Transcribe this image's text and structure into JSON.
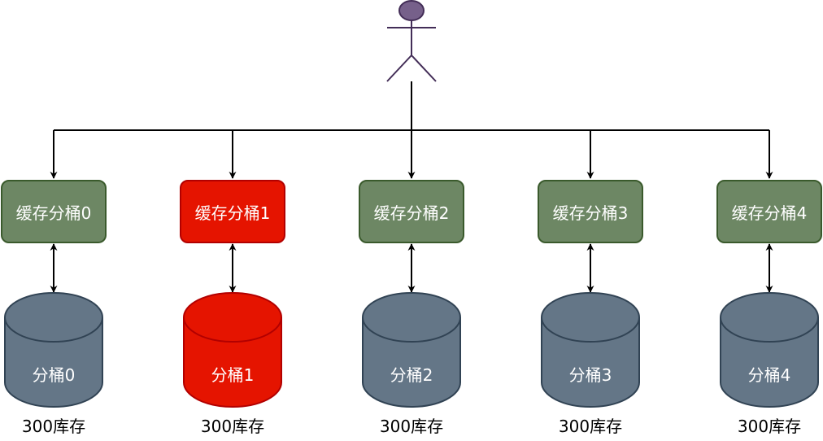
{
  "diagram": {
    "actor": {
      "name": "user",
      "color": "#76608a",
      "stroke": "#432d57"
    },
    "colors": {
      "normal_fill": "#6d8764",
      "normal_stroke": "#3a5a2c",
      "hot_fill": "#e51400",
      "hot_stroke": "#b20000",
      "db_fill": "#647687",
      "db_stroke": "#314354",
      "edge": "#000000"
    },
    "buckets": [
      {
        "cache_label": "缓存分桶0",
        "db_label": "分桶0",
        "stock_label": "300库存",
        "hot": false
      },
      {
        "cache_label": "缓存分桶1",
        "db_label": "分桶1",
        "stock_label": "300库存",
        "hot": true
      },
      {
        "cache_label": "缓存分桶2",
        "db_label": "分桶2",
        "stock_label": "300库存",
        "hot": false
      },
      {
        "cache_label": "缓存分桶3",
        "db_label": "分桶3",
        "stock_label": "300库存",
        "hot": false
      },
      {
        "cache_label": "缓存分桶4",
        "db_label": "分桶4",
        "stock_label": "300库存",
        "hot": false
      }
    ]
  }
}
